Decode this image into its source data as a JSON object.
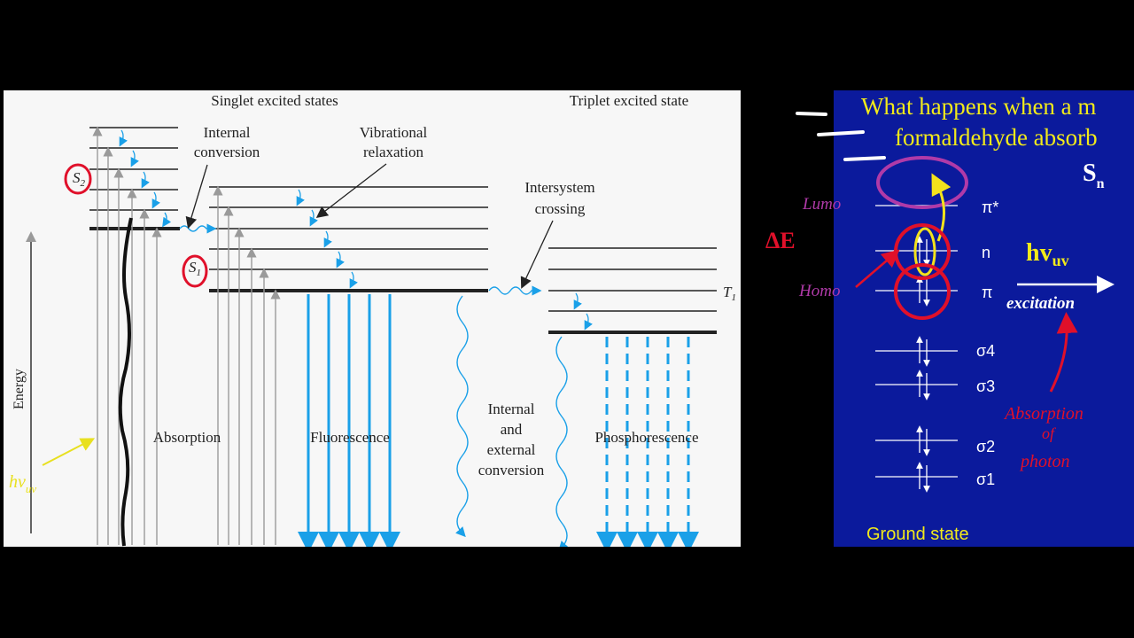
{
  "jablonski": {
    "singlet_header": "Singlet excited states",
    "triplet_header": "Triplet excited state",
    "internal_conversion": [
      "Internal",
      "conversion"
    ],
    "vibrational_relaxation": [
      "Vibrational",
      "relaxation"
    ],
    "intersystem_crossing": [
      "Intersystem",
      "crossing"
    ],
    "energy_axis": "Energy",
    "absorption": "Absorption",
    "fluorescence": "Fluorescence",
    "internal_external": [
      "Internal",
      "and",
      "external",
      "conversion"
    ],
    "phosphorescence": "Phosphorescence",
    "s2": "S",
    "s2_sub": "2",
    "s1": "S",
    "s1_sub": "1",
    "t1": "T",
    "t1_sub": "1",
    "handwritten_hv": "hv",
    "handwritten_hv_sub": "uv"
  },
  "mo_slide": {
    "title_line1": "What happens when a m",
    "title_line2": "formaldehyde absorb",
    "sn": "S",
    "sn_sub": "n",
    "pi_star": "π*",
    "n": "n",
    "pi": "π",
    "sigma4": "σ4",
    "sigma3": "σ3",
    "sigma2": "σ2",
    "sigma1": "σ1",
    "ground_state": "Ground state",
    "lumo": "Lumo",
    "homo": "Homo",
    "hv": "hv",
    "hv_sub": "uv",
    "excitation": "excitation",
    "absorption_photon": [
      "Absorption",
      "of",
      "photon"
    ],
    "delta_e": "ΔE"
  },
  "colors": {
    "arrow_blue": "#1aa0e8",
    "gray_arrow": "#9a9a9a",
    "slide_blue": "#0b1a9c",
    "title_yellow": "#f2ea1a",
    "ink_red": "#e0102a",
    "ink_purple": "#b03aa8",
    "ink_yellow": "#f3e21c"
  }
}
